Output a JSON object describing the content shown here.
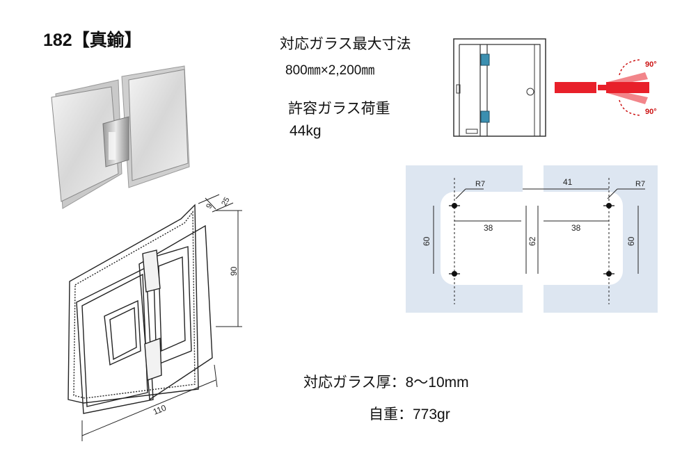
{
  "title": {
    "number": "182",
    "name": "【真鍮】"
  },
  "specs": {
    "max_glass_size_label": "対応ガラス最大寸法",
    "max_glass_size_value": "800㎜×2,200㎜",
    "allowable_load_label": "許容ガラス荷重",
    "allowable_load_value": "44kg",
    "glass_thickness": "対応ガラス厚：8～10mm",
    "weight": "自重：773gr"
  },
  "door_diagram": {
    "angle_top": "90°",
    "angle_bottom": "90°",
    "colors": {
      "hinge": "#3b8fb0",
      "door": "#e8202a"
    }
  },
  "hole_drawing": {
    "radius_left": "R7",
    "radius_right": "R7",
    "gap": "41",
    "offset_left": "38",
    "offset_right": "38",
    "pitch_left": "60",
    "pitch_middle": "62",
    "pitch_right": "60",
    "colors": {
      "glass": "#dde6f1"
    }
  },
  "hinge_drawing": {
    "dim_width": "110",
    "dim_height": "90",
    "dim_depth": "25",
    "dim_thickness": "9"
  }
}
